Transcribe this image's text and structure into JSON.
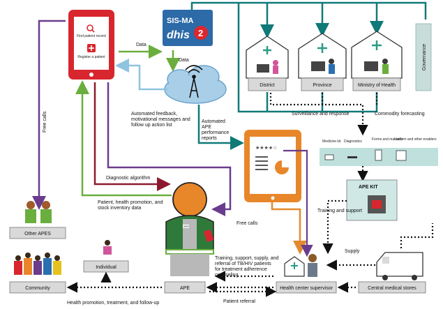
{
  "labels": {
    "dhis_top": "SIS-MA",
    "dhis_main": "dhis",
    "dhis_two": "2",
    "phone_find": "Find patient record",
    "phone_register": "Register a patient",
    "data_top": "Data",
    "data_mid": "Data",
    "district": "District",
    "province": "Province",
    "ministry": "Ministry of Health",
    "governance": "Governance",
    "automated_feedback": "Automated feedback, motivational messages and follow up action list",
    "automated_ape_reports": "Automated APE performance reports",
    "surveillance": "Surveillance and response",
    "commodity": "Commodity forecasting",
    "free_calls_left": "Free calls",
    "free_calls_mid": "Free calls",
    "diagnostic_algorithm": "Diagnostic algorithm",
    "patient_health_data": "Patient, health promotion, and stock inventory data",
    "medicine_kit": "Medicine kit",
    "diagnostics": "Diagnostics",
    "forms_manuals": "Forms and manuals",
    "uniform_enablers": "Uniform and other enablers",
    "ape_kit": "APE KIT",
    "training_support": "Training and support",
    "supply": "Supply",
    "training_referral": "Training, support, supply, and referral of TB/HIV patients for treatment adherence counseling",
    "other_apes": "Other APES",
    "individual": "Individual",
    "community": "Community",
    "ape": "APE",
    "health_center_supervisor": "Health center supervisor",
    "central_medical_stores": "Central medical stores",
    "health_promotion": "Health promotion, treatment, and follow-up",
    "patient_referral": "Patient referral",
    "ape_badge": "APE"
  },
  "colors": {
    "teal": "#0f7a78",
    "green": "#6aae3e",
    "light_blue": "#8fc3e0",
    "purple": "#6b3b8e",
    "maroon": "#8c1a2e",
    "orange": "#e38a2e",
    "phone_red": "#d8262e",
    "tablet_orange": "#e8862a",
    "box_gray": "#d9d9d9",
    "governance_bg": "#c8ddd9",
    "dhis_blue": "#2c6aa8",
    "cloud": "#a9cfe8",
    "kit_teal": "#bfe0dd"
  }
}
